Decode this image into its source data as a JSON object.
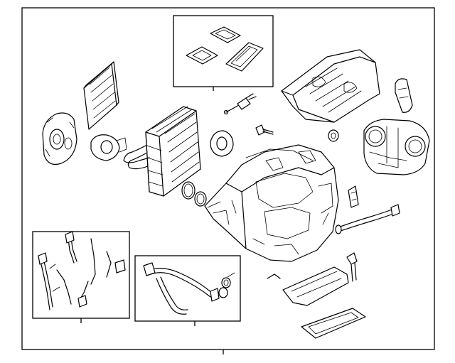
{
  "diagram": {
    "kind": "exploded-parts-view",
    "line_color": "#000000",
    "background_color": "#ffffff",
    "frame_color": "#000000",
    "parts": [
      {
        "name": "blower-motor-upper"
      },
      {
        "name": "cabin-air-filter"
      },
      {
        "name": "blower-motor-resistor"
      },
      {
        "name": "evaporator-core"
      },
      {
        "name": "seal-kit"
      },
      {
        "name": "expansion-valve"
      },
      {
        "name": "temperature-sensor"
      },
      {
        "name": "bolt"
      },
      {
        "name": "grommet"
      },
      {
        "name": "upper-duct-cover"
      },
      {
        "name": "actuator"
      },
      {
        "name": "blower-assembly"
      },
      {
        "name": "main-hvac-case"
      },
      {
        "name": "clip"
      },
      {
        "name": "aspirator-hose"
      },
      {
        "name": "drain-tube"
      },
      {
        "name": "lower-cover-plate"
      },
      {
        "name": "cover-gasket"
      },
      {
        "name": "o-rings"
      },
      {
        "name": "wiring-harness-kit"
      },
      {
        "name": "refrigerant-line-kit"
      }
    ]
  }
}
